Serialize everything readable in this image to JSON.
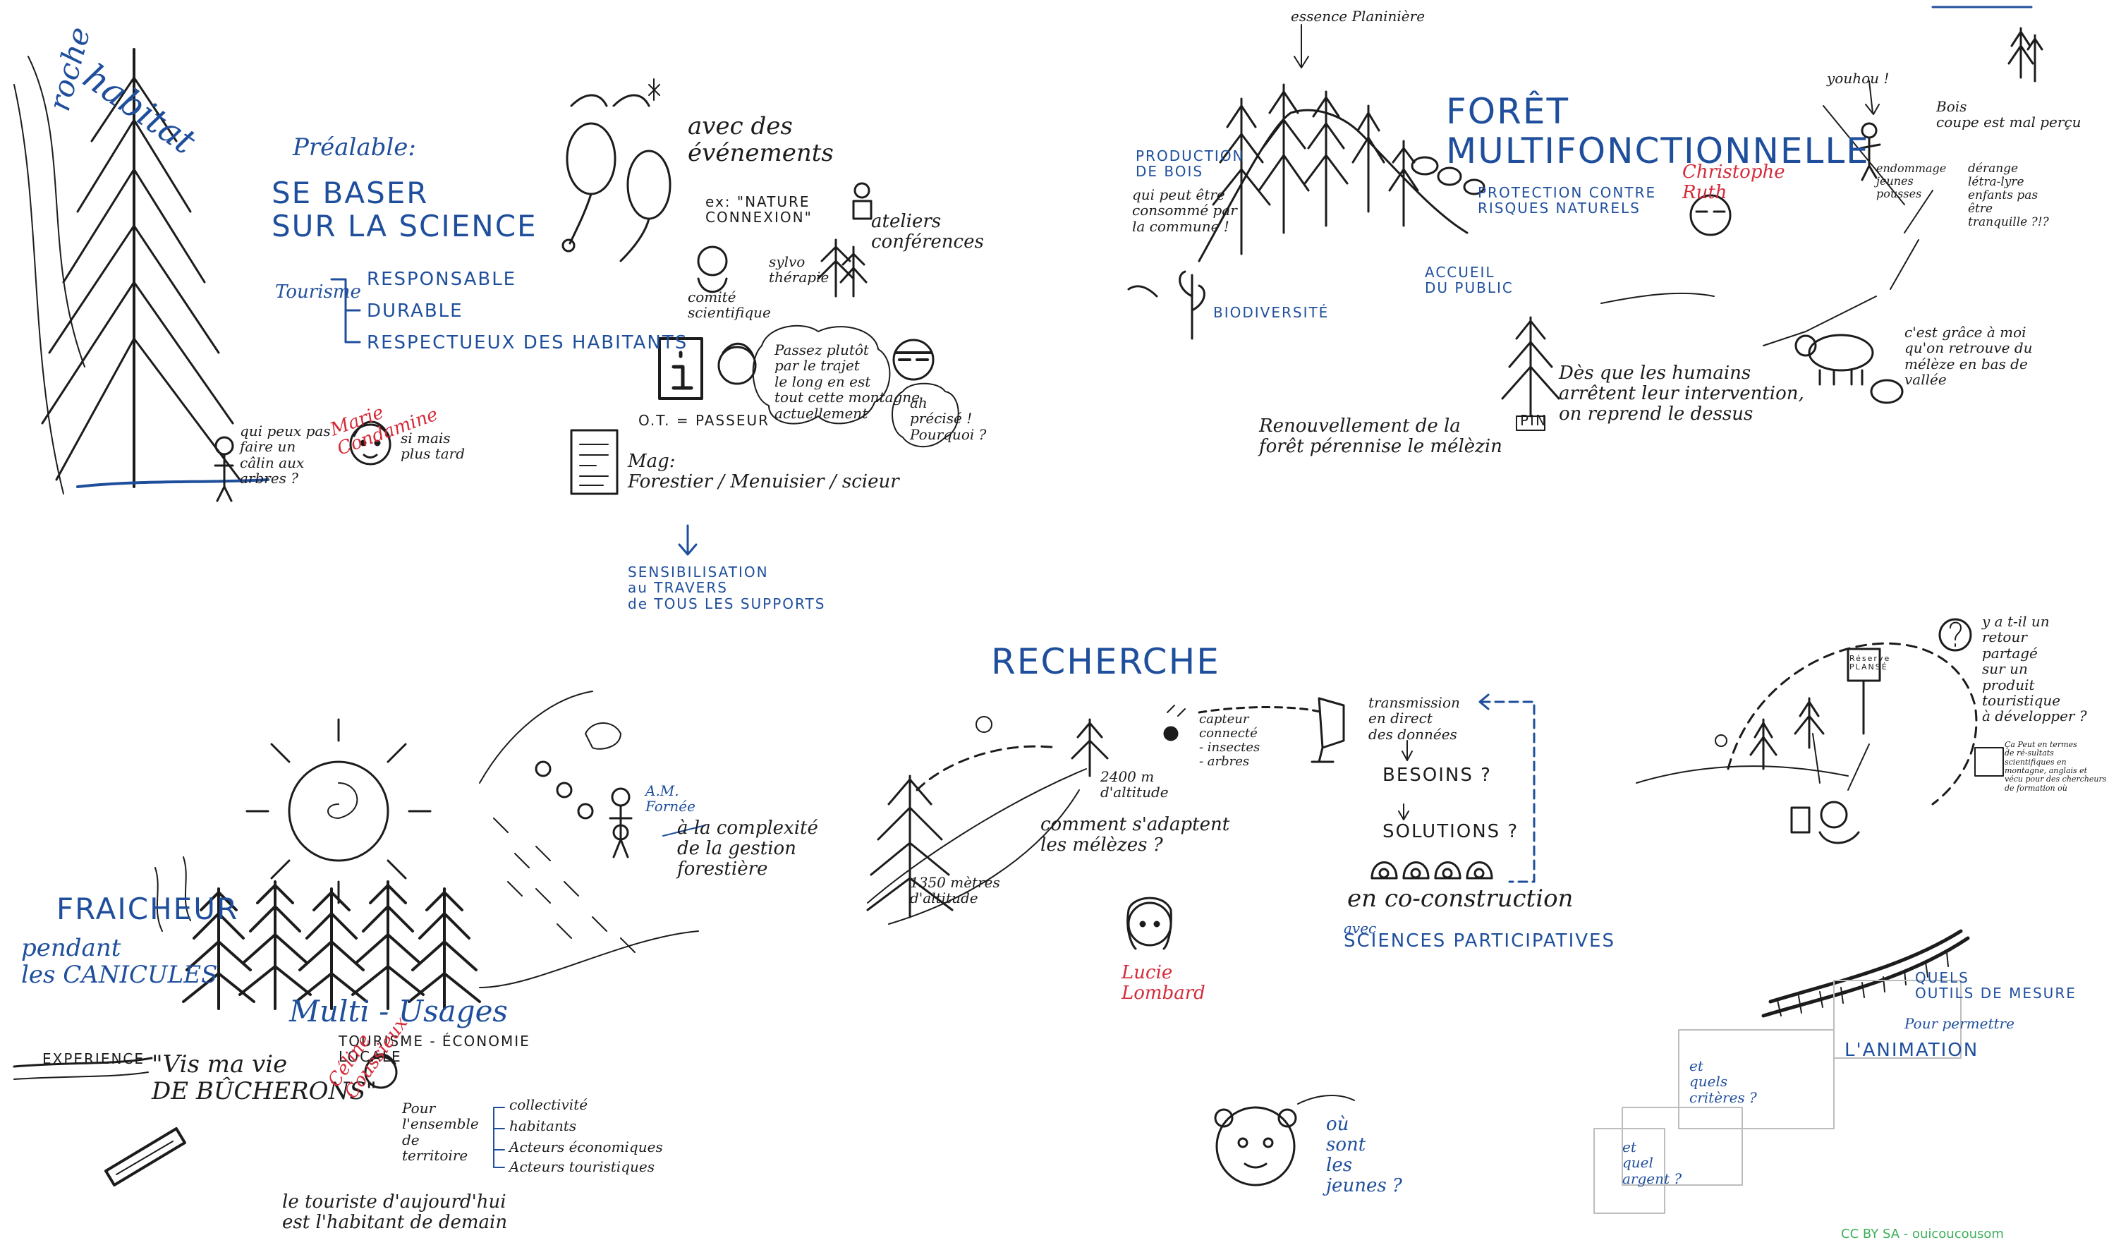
{
  "colors": {
    "ink": "#1c1c1c",
    "blue": "#1f4f9c",
    "red": "#d52b3a",
    "green": "#3cae5a"
  },
  "habitat": {
    "roche": "roche",
    "habitat": "habitat",
    "prealable": "Préalable:",
    "science": "SE BASER\nSUR LA SCIENCE",
    "tourisme": "Tourisme",
    "responsable": "RESPONSABLE",
    "durable": "DURABLE",
    "respectueux": "RESPECTUEUX DES HABITANTS",
    "speech1": "qui peux pas\nfaire un\ncâlin aux\narbres ?",
    "marie": "Marie\nCondamine",
    "speech2": "si mais\nplus tard"
  },
  "events": {
    "avec": "avec des\névénements",
    "ex": "ex: \"NATURE\n     CONNEXION\"",
    "ateliers": "ateliers\nconférences",
    "comite": "comité\nscientifique",
    "sylvo": "sylvo\nthérapie",
    "passeur": "O.T. = PASSEUR",
    "bubble1": "Passez plutôt\npar le trajet\nle long en est\ntout cette montagne\nactuellement",
    "bubble2": "ah\nprécisé !\nPourquoi ?",
    "mag": "Mag:\nForestier / Menuisier / scieur",
    "sensib": "SENSIBILISATION\nau TRAVERS\nde TOUS LES SUPPORTS"
  },
  "foret": {
    "essence": "essence Planinière",
    "title": "FORÊT\nMULTIFONCTIONNELLE",
    "production": "PRODUCTION\nDE BOIS",
    "production_desc": "qui peut être\nconsommé par\nla commune !",
    "protection": "PROTECTION CONTRE\nRISQUES NATURELS",
    "christophe": "Christophe\nRuth",
    "accueil": "ACCUEIL\nDU PUBLIC",
    "biodiv": "BIODIVERSITÉ",
    "pin": "PIN",
    "humains": "Dès que les humains\narrêtent leur intervention,\non reprend le dessus",
    "renouv": "Renouvellement de la\nforêt pérennise le mélèzin"
  },
  "corner": {
    "youhou": "youhou !",
    "endommage": "endommage\njeunes\npousses",
    "bois": "Bois\ncoupe est mal perçu",
    "derange": "dérange\nlétra-lyre\nenfants pas\nêtre\ntranquille ?!?",
    "grace": "c'est grâce à moi\nqu'on retrouve du\nmélèze en bas de\nvallée"
  },
  "fraicheur": {
    "title": "FRAICHEUR",
    "pendant": "pendant\nles CANICULES",
    "am": "A.M.\nFornée",
    "complexite": "à la complexité\nde la gestion\nforestière",
    "multi": "Multi - Usages",
    "tourisme_eco": "TOURISME - ÉCONOMIE\nLOCALE",
    "experience": "EXPERIENCE",
    "vis": "\"Vis ma vie\nDE BÛCHERONS\"",
    "celine": "Céline\nCoussieux",
    "pour": "Pour\nl'ensemble\nde\nterritoire",
    "collectivite": "collectivité",
    "habitants": "habitants",
    "acteurs_eco": "Acteurs économiques",
    "acteurs_tour": "Acteurs touristiques",
    "touriste": "le touriste d'aujourd'hui\nest l'habitant de demain"
  },
  "recherche": {
    "title": "RECHERCHE",
    "alt2400": "2400 m\nd'altitude",
    "alt1350": "1350 mètres\nd'altitude",
    "capteur": "capteur\nconnecté\n- insectes\n- arbres",
    "comment": "comment s'adaptent\nles mélèzes ?",
    "lucie": "Lucie\nLombard",
    "transmission": "transmission\nen direct\ndes données",
    "besoins": "BESOINS ?",
    "solutions": "SOLUTIONS ?",
    "coconst": "en co-construction",
    "avec": "avec",
    "sciences": "SCIENCES PARTICIPATIVES"
  },
  "right": {
    "retour": "y a t-il un\nretour\npartagé\nsur un\nproduit\ntouristique\nà développer ?",
    "sign": "Réserve\nPLANSÉ",
    "note": "Ça Peut en termes\nde ré-sultats\nscientifiques en\nmontagne, anglais et\nvécu pour des chercheurs\nde formation où",
    "outils": "QUELS\nOUTILS DE MESURE",
    "pour": "Pour permettre",
    "animation": "L'ANIMATION",
    "criteres": "et\nquels\ncritères ?",
    "argent": "et\nquel\nargent ?"
  },
  "jeunes": {
    "question": "où\nsont\nles\njeunes ?"
  },
  "footer": {
    "license": "CC BY SA - ouicoucousom"
  }
}
